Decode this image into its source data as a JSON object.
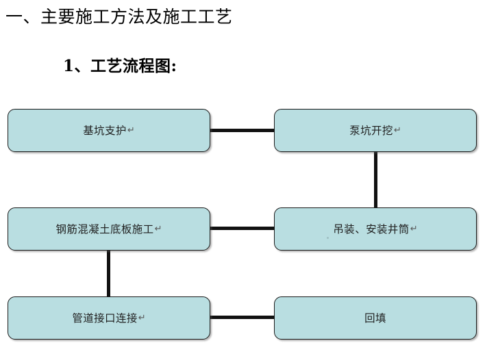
{
  "document": {
    "title": "一、主要施工方法及施工工艺",
    "subtitle": "1、工艺流程图:"
  },
  "flowchart": {
    "return_symbol": "↵",
    "node_fill_color": "#b9dee1",
    "node_border_color": "#1a1a1a",
    "connector_color": "#111111",
    "nodes": [
      {
        "id": "node-1",
        "label": "基坑支护",
        "has_return_mark": true
      },
      {
        "id": "node-2",
        "label": "泵坑开挖",
        "has_return_mark": true
      },
      {
        "id": "node-3",
        "label": "钢筋混凝土底板施工",
        "has_return_mark": true
      },
      {
        "id": "node-4",
        "label": "吊装、安装井筒",
        "has_return_mark": true
      },
      {
        "id": "node-5",
        "label": "管道接口连接",
        "has_return_mark": true
      },
      {
        "id": "node-6",
        "label": "回填",
        "has_return_mark": false
      }
    ],
    "connectors": [
      {
        "id": "conn-1-2",
        "from": "node-1",
        "to": "node-2",
        "orientation": "horizontal"
      },
      {
        "id": "conn-2-4",
        "from": "node-2",
        "to": "node-4",
        "orientation": "vertical"
      },
      {
        "id": "conn-3-4",
        "from": "node-3",
        "to": "node-4",
        "orientation": "horizontal"
      },
      {
        "id": "conn-3-5",
        "from": "node-3",
        "to": "node-5",
        "orientation": "vertical"
      },
      {
        "id": "conn-5-6",
        "from": "node-5",
        "to": "node-6",
        "orientation": "horizontal"
      }
    ]
  }
}
